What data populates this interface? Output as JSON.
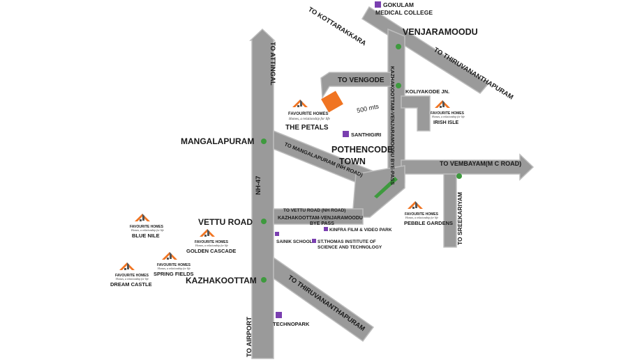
{
  "roads": {
    "to_attingal": "TO ATTINGAL",
    "to_airport": "TO AIRPORT",
    "nh47": "NH-47",
    "to_kottarakkara": "TO KOTTARAKKARA",
    "to_thiruvananthapuram_top": "TO THIRUVANANTHAPURAM",
    "to_vengode": "TO VENGODE",
    "bypass_vertical": "KAZHAKOOTTAM-VENJARAMOODU BYE-PASS",
    "to_mangalapuram": "TO MANGALAPURAM (NH ROAD)",
    "to_vembayam": "TO VEMBAYAM(M C ROAD)",
    "to_sreekariyam": "TO SREEKARIYAM",
    "to_vettu_road": "TO VETTU ROAD (NH ROAD)",
    "bypass_horizontal_1": "KAZHAKOOTTAM-VENJARAMOODU",
    "bypass_horizontal_2": "BYE PASS",
    "to_thiruvananthapuram_bottom": "TO THIRUVANANTHAPURAM"
  },
  "places": {
    "venjaramoodu": "VENJARAMOODU",
    "koliyakode": "KOLIYAKODE JN.",
    "mangalapuram": "MANGALAPURAM",
    "pothencode_1": "POTHENCODE",
    "pothencode_2": "TOWN",
    "vettu_road": "VETTU ROAD",
    "kazhakoottam": "KAZHAKOOTTAM",
    "distance": "500 mts"
  },
  "landmarks": {
    "gokulam_1": "GOKULAM",
    "gokulam_2": "MEDICAL COLLEGE",
    "santhigiri": "SANTHIGIRI",
    "kinfra": "KINFRA FILM & VIDEO PARK",
    "sainik": "SAINIK SCHOOL",
    "st_thomas_1": "ST.THOMAS INSTITUTE OF",
    "st_thomas_2": "SCIENCE AND TECHNOLOGY",
    "technopark": "TECHNOPARK"
  },
  "brand": {
    "name": "FAVOURITE HOMES",
    "tagline": "Homes, a relationship for life"
  },
  "projects": {
    "the_petals": "THE PETALS",
    "irish_isle": "IRISH ISLE",
    "pebble_gardens": "PEBBLE GARDENS",
    "blue_nile": "BLUE NILE",
    "golden_cascade": "GOLDEN CASCADE",
    "spring_fields": "SPRING FIELDS",
    "dream_castle": "DREAM CASTLE"
  },
  "colors": {
    "road": "#9a9a9a",
    "tree": "#3e9a3e",
    "landmark": "#7a3fb0",
    "site": "#f07422"
  }
}
